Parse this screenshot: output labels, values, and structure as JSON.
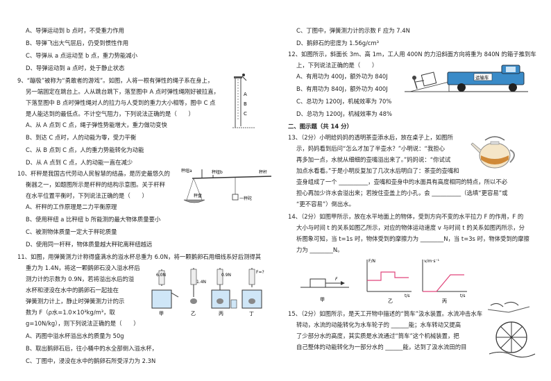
{
  "left": {
    "q8_options": [
      "A、导弹运动到 b 点时，不受重力作用",
      "B、导弹飞出大气层后，仍受到惯性作用",
      "C、导弹从 a 点运动至 b 点，重力势能减小",
      "D、导弹运动到 a 点时，处于静止状态"
    ],
    "q9": {
      "stem": [
        "9、“蹦极”被称为“勇敢者的游戏”。如图，人将一根有弹性的绳子系在身上，",
        "另一端固定在跳台上。人从跳台跳下，落至图中 A 点时弹性绳刚好被拉直，",
        "下落至图中 B 点时弹性绳对人的拉力与人受到的重力大小相等，图中 C 点",
        "是人能达到的最低点。不计空气阻力，下列说法正确的是（　　）"
      ],
      "options": [
        "A、从 A 点到 C 点，绳子弹性势能增大，重力做功变快",
        "B、到达 C 点时，人的动能为零，受力平衡",
        "C、从 B 点到 C 点，人的重力势能转化为动能",
        "D、从 A 点到 C 点，人的动能一直在减少"
      ],
      "fig_labels": [
        "A",
        "B",
        "C"
      ]
    },
    "q10": {
      "stem": [
        "10、杆秤是我国古代劳动人民智慧的结晶，是历史最悠久的",
        "衡器之一，如题图所示是杆秤的结构示意图。关于杆秤",
        "在水平位置平衡时，下列说法正确的是（　　）"
      ],
      "options": [
        "A、杆秤的工作原理是二力平衡原理",
        "B、使用秤纽 a 比秤纽 b 所能测的最大物体质量要小",
        "C、被测物体质量一定大于秤砣质量",
        "D、使用同一杆秤，物体质量越大秤砣离秤纽越远"
      ],
      "fig_labels": [
        "秤纽a",
        "秤纽b",
        "秤盘",
        "秤杆",
        "一秤砣"
      ]
    },
    "q11": {
      "stem": [
        "11、如图，用弹簧测力计称得盛满水的溢水杯总重为 6.0N，将一颗鹅卵石用细线系好后测得其",
        "重力为 1.4N，将这一颗鹅卵石没入溢水杯后",
        "测力计的示数为 0.9N，若将溢出水后的溢",
        "水杯和浸没在水中的鹅卵石一起挂在",
        "弹簧测力计上，静止时弹簧测力计的示",
        "数为 F（ρ水=1.0×10³kg/m³，取",
        "g=10N/kg），则下列说法正确的是（　　）"
      ],
      "options": [
        "A、丙图中溢水杯溢出水的质量为 50g",
        "B、取出鹅卵石后，往小桶中的水全部倒入溢水杯，",
        "C、丁图中，浸没在水中的鹅卵石所受浮力为 2.3N"
      ],
      "fig_values": [
        "6.0N",
        "1.4N",
        "0.9N",
        "F=?"
      ],
      "fig_labels": [
        "甲",
        "乙",
        "丙",
        "丁"
      ]
    }
  },
  "right": {
    "q11_more": [
      "C、丁图中，弹簧测力计的示数 F 应为 7.4N",
      "D、鹅卵石的密度为 1.56g/cm³"
    ],
    "q12": {
      "stem": [
        "12、如图所示，斜面长 3m、高 1m，工人用 400N 的力沿斜面方向将重为 840N 的箱子推到车",
        "上，下列说法正确的是（　　）"
      ],
      "options": [
        "A、有用功为 400J，额外功为 840J",
        "B、有用功为 840J，额外功为 400J",
        "C、总功为 1200J，机械效率为 70%",
        "D、总功为 1200J，机械效率为 48%"
      ],
      "truck_label": "运输车"
    },
    "section2": "二、图示题（共 14 分）",
    "q13": [
      "13、（2分）小明给妈妈的透明茶壶添水后，放在桌子上，如图所",
      "示，妈妈看到后问“怎么才加了半壶水？”小明说：“我担心",
      "再多加一点，水就从细细的壶嘴溢出来了。”妈妈说：“你试试",
      "加点水看看。”于是小明反复加了几次水后明白了：茶壶的壶嘴和",
      "壶身组成了一个 __________，壶嘴和壶身中的水面具有高度相同的特点，所以不必",
      "担心再加少许水会溢出来；若按住壶盖上的小孔，会 __________（选填“更容易”或",
      "“更不容易”）倒出水。"
    ],
    "q14": [
      "14、（2分）如图甲所示，放在水平地面上的物体，受到方向不变的水平拉力 F 的作用，F 的",
      "大小与时间 t 的关系如图乙所示，对应的物体运动速度 v 与时间 t 的关系如图丙所示，分",
      "析图象可知，当 t=1s 时，物体受到的摩擦力为 ________N，当 t=3s 时，物体受到的摩擦",
      "力为 ________N。"
    ],
    "q14_fig": {
      "ylabel_F": "F/N",
      "ylabel_v": "v/m·s⁻¹",
      "xlabel": "t/s",
      "labels": [
        "甲",
        "乙",
        "丙"
      ],
      "force_label": "F"
    },
    "q15": [
      "15、（2分）如图所示，是天工开物中描述的“筒车”汲水装置。水流冲击水车",
      "转动，水流的动能转化为水车轮子的 ______能；水车转动又提高",
      "了少部分水的高度，其实质是水流通过“筒车”这个机械装置，把",
      "自己整体的动能转化为一部分水的 ______能，达到了汲水流田的目"
    ]
  }
}
